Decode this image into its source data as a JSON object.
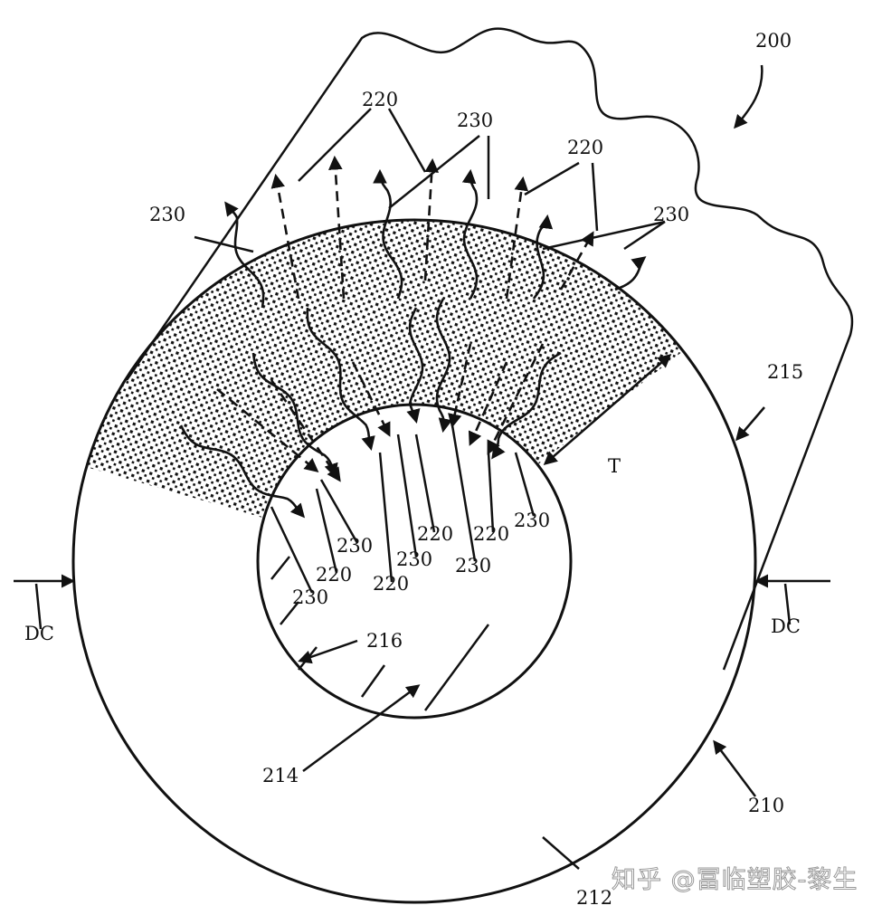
{
  "figure": {
    "labels": [
      "200",
      "220",
      "230",
      "220",
      "230",
      "230",
      "215",
      "T",
      "230",
      "220",
      "220",
      "230",
      "230",
      "230",
      "220",
      "220",
      "230",
      "DC",
      "DC",
      "216",
      "214",
      "210",
      "212"
    ]
  },
  "watermark": "知乎 @冨临塑胶-黎生"
}
